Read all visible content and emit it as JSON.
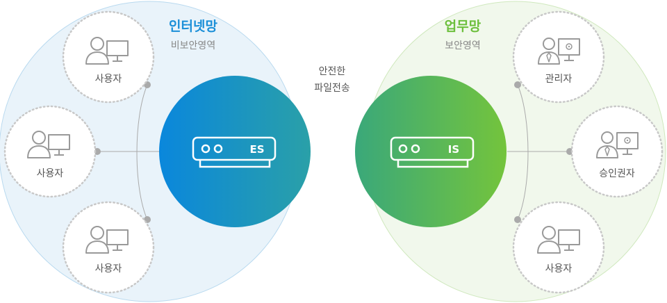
{
  "colors": {
    "internet_bg": "#e9f3fa",
    "internet_border": "#b8d9ef",
    "business_bg": "#f1f8ec",
    "business_border": "#cfe8bd",
    "blue": "#1a8fd8",
    "green": "#6cbf3c",
    "node_border": "#c8c8c8",
    "icon": "#999999",
    "text_gray": "#888888",
    "text_dark": "#555555"
  },
  "internet": {
    "title": "인터넷망",
    "subtitle": "비보안영역",
    "users": [
      "사용자",
      "사용자",
      "사용자"
    ],
    "server_label": "ES"
  },
  "business": {
    "title": "업무망",
    "subtitle": "보안영역",
    "nodes": [
      "관리자",
      "승인권자",
      "사용자"
    ],
    "server_label": "IS"
  },
  "transfer": {
    "line1": "안전한",
    "line2": "파일전송"
  }
}
